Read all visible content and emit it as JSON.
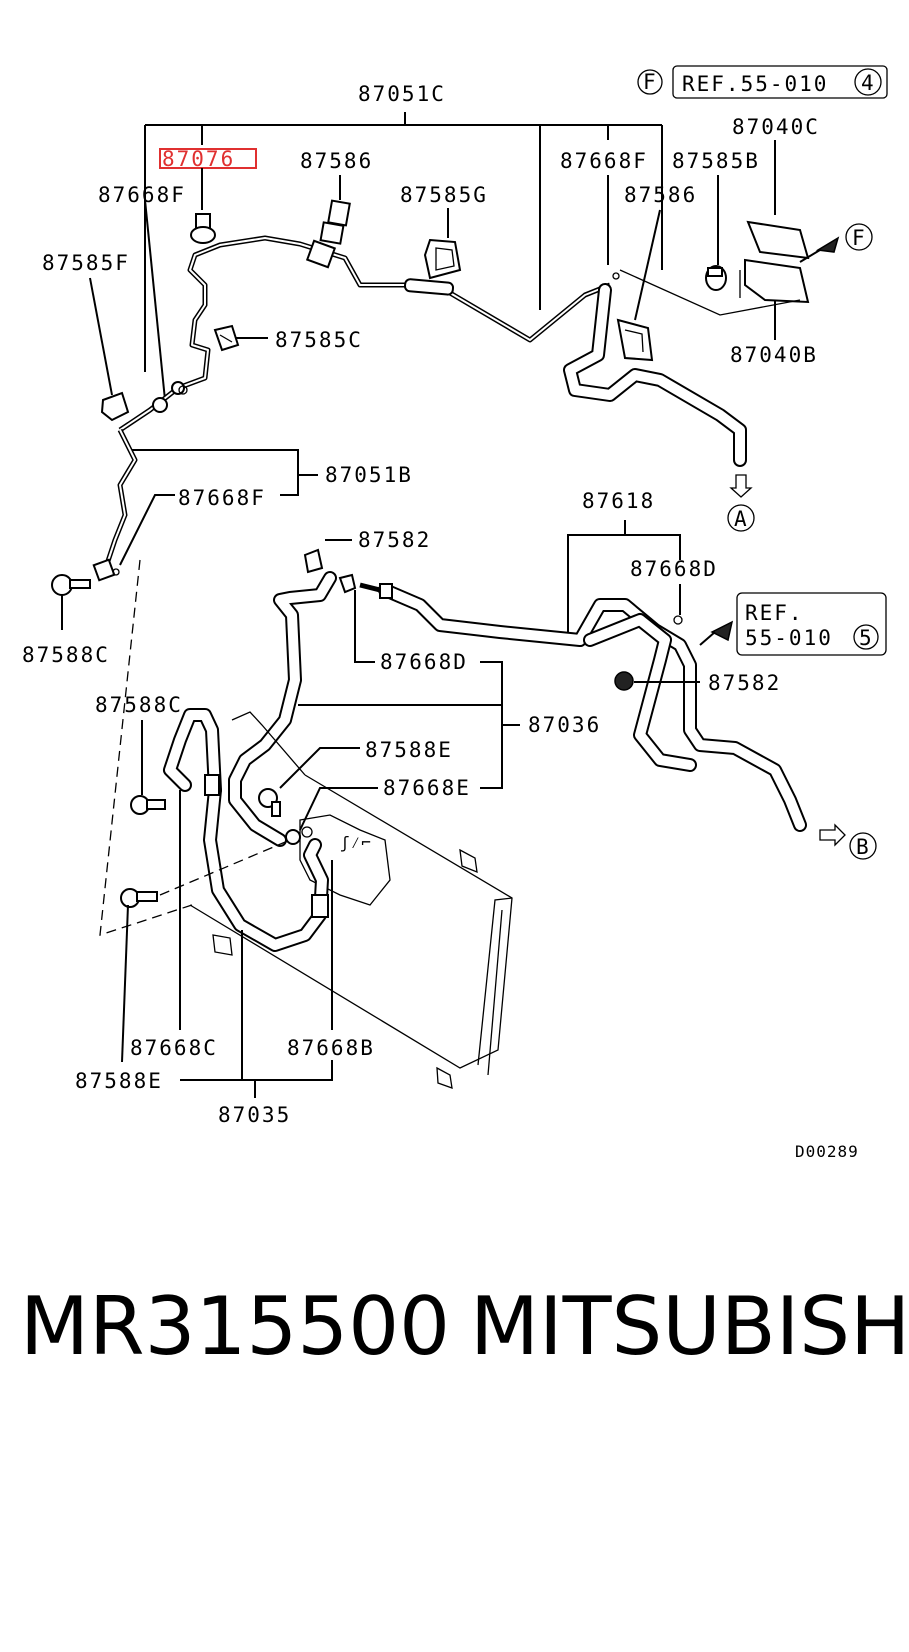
{
  "labels": {
    "p87051C": "87051C",
    "p87076": "87076",
    "p87586_top": "87586",
    "p87668F_left": "87668F",
    "p87585G": "87585G",
    "p87668F_right": "87668F",
    "p87585B": "87585B",
    "p87586_right": "87586",
    "p87040C": "87040C",
    "p87040B": "87040B",
    "p87585F": "87585F",
    "p87585C": "87585C",
    "p87051B": "87051B",
    "p87668F_mid": "87668F",
    "p87588C_top": "87588C",
    "p87582_top": "87582",
    "p87618": "87618",
    "p87668D_right": "87668D",
    "p87668D_mid": "87668D",
    "p87582_right": "87582",
    "p87036": "87036",
    "p87588C_mid": "87588C",
    "p87588E_mid": "87588E",
    "p87668E": "87668E",
    "p87668C": "87668C",
    "p87668B": "87668B",
    "p87588E_bottom": "87588E",
    "p87035": "87035",
    "diagram_code": "D00289"
  },
  "references": {
    "ref_top_letter": "F",
    "ref_top_text": "REF.55-010",
    "ref_top_num": "4",
    "ref_box2_line1": "REF.",
    "ref_box2_line2": "55-010",
    "ref_box2_num": "5",
    "arrow_F": "F",
    "arrow_A": "A",
    "arrow_B": "B"
  },
  "highlight": {
    "color": "#e03030",
    "part": "87076"
  },
  "caption": {
    "part_number": "MR315500",
    "brand": "MITSUBISHI"
  }
}
